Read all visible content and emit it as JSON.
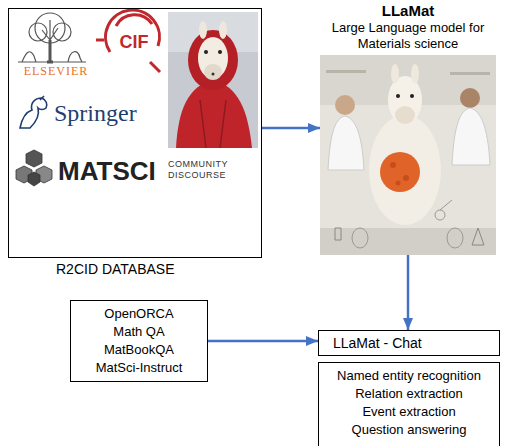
{
  "diagram": {
    "nodes": [
      {
        "text": [
          "R2CID DATABASE"
        ]
      },
      {
        "text": [
          "LLaMat",
          "Large Language model for Materials science"
        ]
      },
      {
        "text": [
          "OpenORCA",
          "Math QA",
          "MatBookQA",
          "MatSci-Instruct"
        ]
      },
      {
        "text": [
          "LLaMat - Chat"
        ]
      },
      {
        "text": [
          "Named entity recognition",
          "Relation extraction",
          "Event extraction",
          "Question answering"
        ]
      }
    ],
    "edges": [
      {
        "from": 0,
        "to": 1,
        "arrow": "to"
      },
      {
        "from": 1,
        "to": 3,
        "arrow": "to"
      },
      {
        "from": 2,
        "to": 3,
        "arrow": "to"
      }
    ],
    "labels": [
      "ELSEVIER",
      "CIF",
      "Springer",
      "MATSCI",
      "COMMUNITY DISCOURSE"
    ]
  }
}
